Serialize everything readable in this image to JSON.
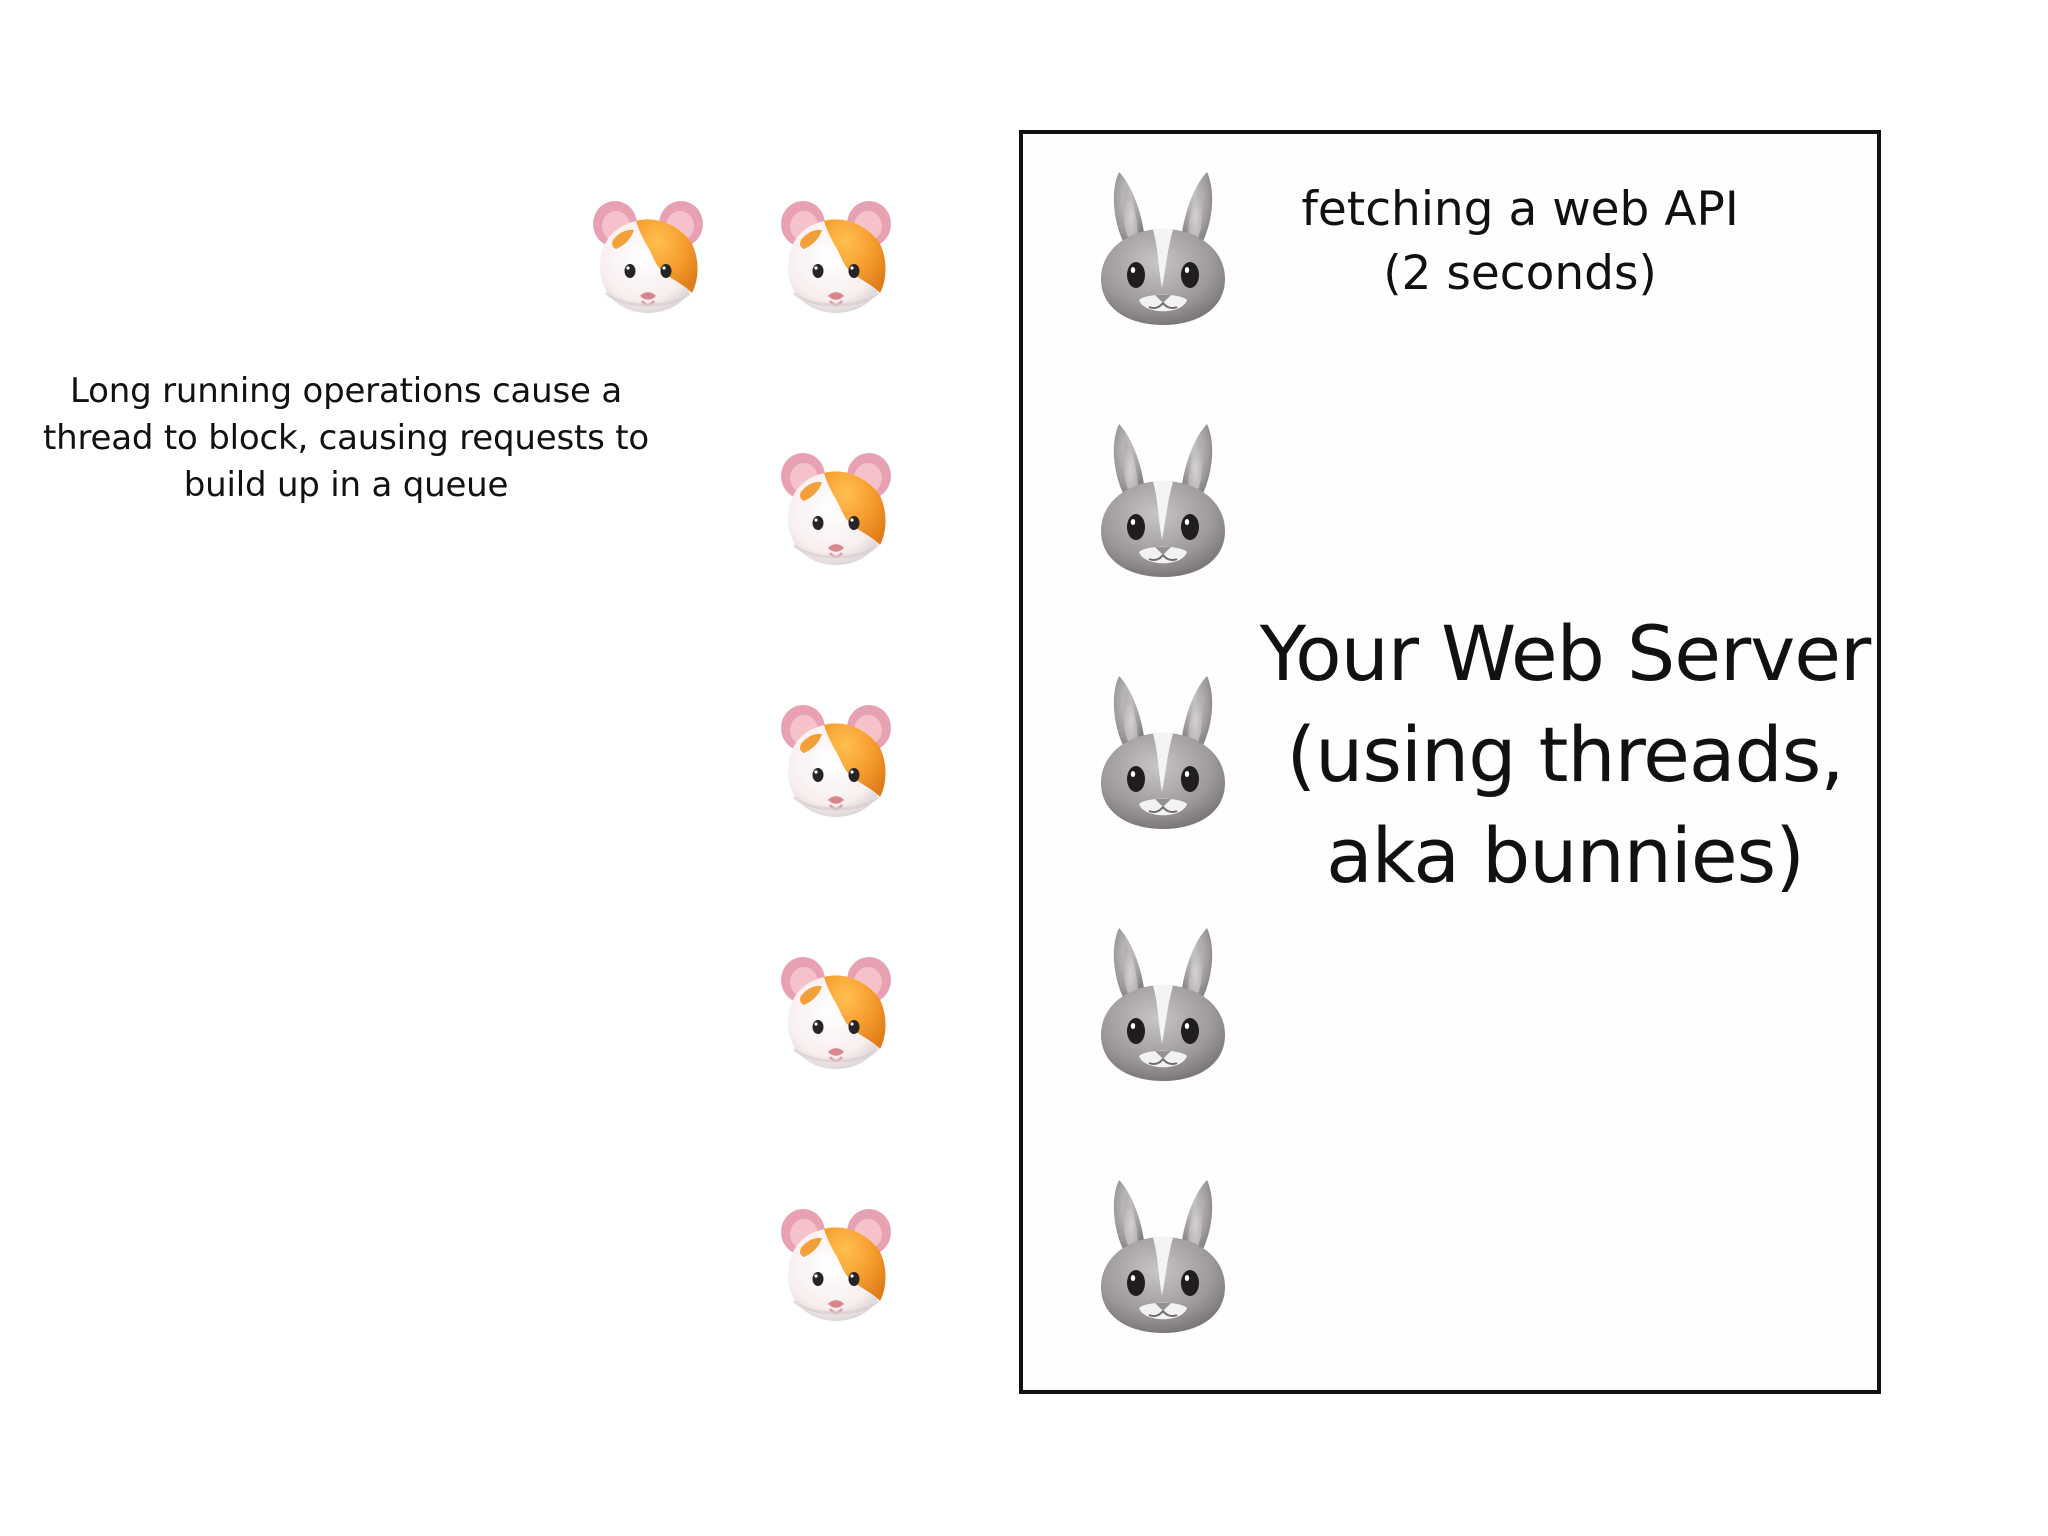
{
  "diagram": {
    "caption": "Long running operations cause a\nthread to block, causing requests to\nbuild up in a queue",
    "task_label": "fetching a web API\n(2 seconds)",
    "server_title": "Your Web Server\n(using threads,\naka bunnies)",
    "icons": {
      "request": "hamster-icon",
      "thread": "bunny-icon"
    },
    "colors": {
      "hamster_orange": "#f39b2e",
      "hamster_white": "#fbf5f2",
      "ear_pink": "#f0a9b5",
      "bunny_gray": "#9b9799",
      "box_border": "#111111"
    },
    "queue_requests": 6,
    "threads": 5
  }
}
